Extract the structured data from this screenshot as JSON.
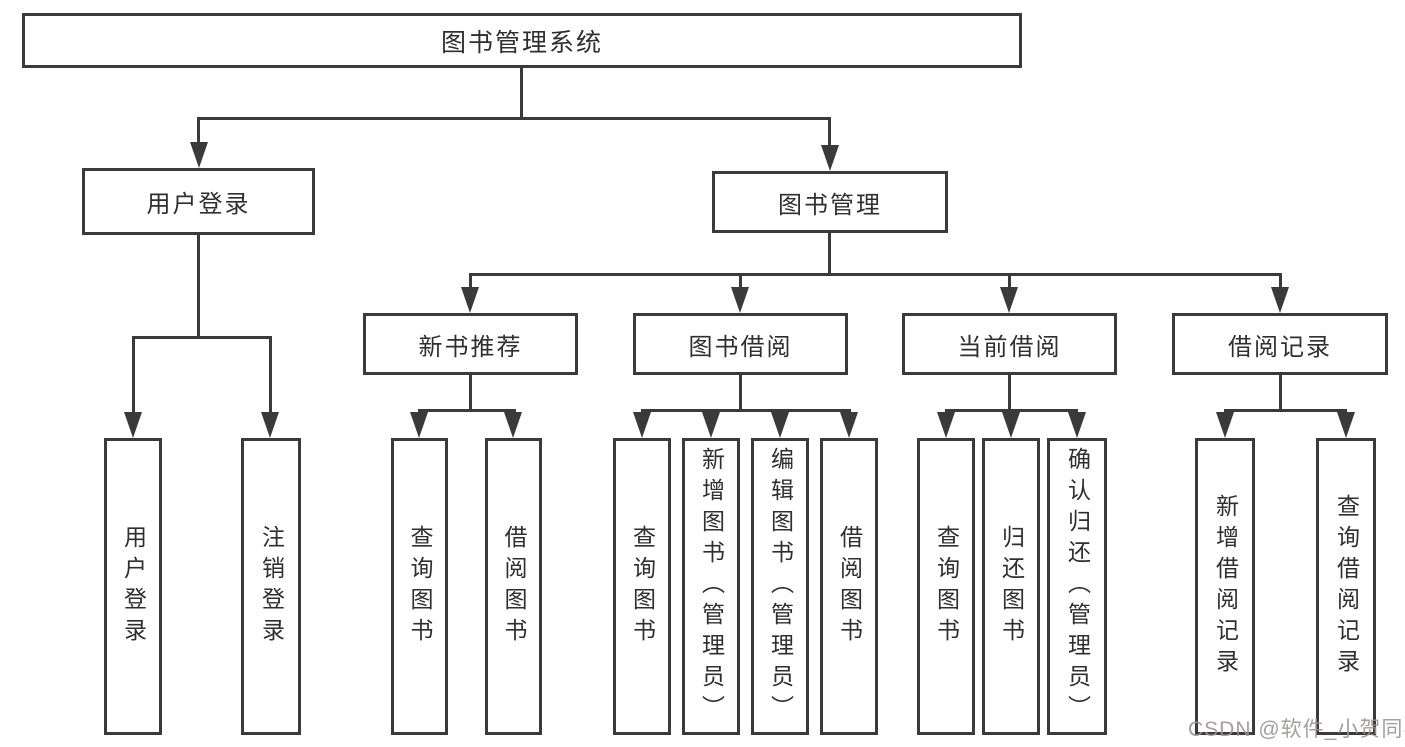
{
  "diagram": {
    "type": "hierarchy-tree",
    "nodes": {
      "root": "图书管理系统",
      "user_login": "用户登录",
      "book_management": "图书管理",
      "new_book_rec": "新书推荐",
      "book_borrow": "图书借阅",
      "current_borrow": "当前借阅",
      "borrow_records": "借阅记录"
    },
    "leaves": {
      "user_login": [
        "用户登录",
        "注销登录"
      ],
      "new_book_rec": [
        "查询图书",
        "借阅图书"
      ],
      "book_borrow": [
        "查询图书",
        "新增图书（管理员）",
        "编辑图书（管理员）",
        "借阅图书"
      ],
      "current_borrow": [
        "查询图书",
        "归还图书",
        "确认归还（管理员）"
      ],
      "borrow_records": [
        "新增借阅记录",
        "查询借阅记录"
      ]
    }
  },
  "watermark": {
    "text": "CSDN @软件_小贺同学"
  },
  "colors": {
    "line": "#3a3a3a",
    "text": "#2f2f2f",
    "watermark": "#9b9595",
    "background": "#ffffff"
  }
}
